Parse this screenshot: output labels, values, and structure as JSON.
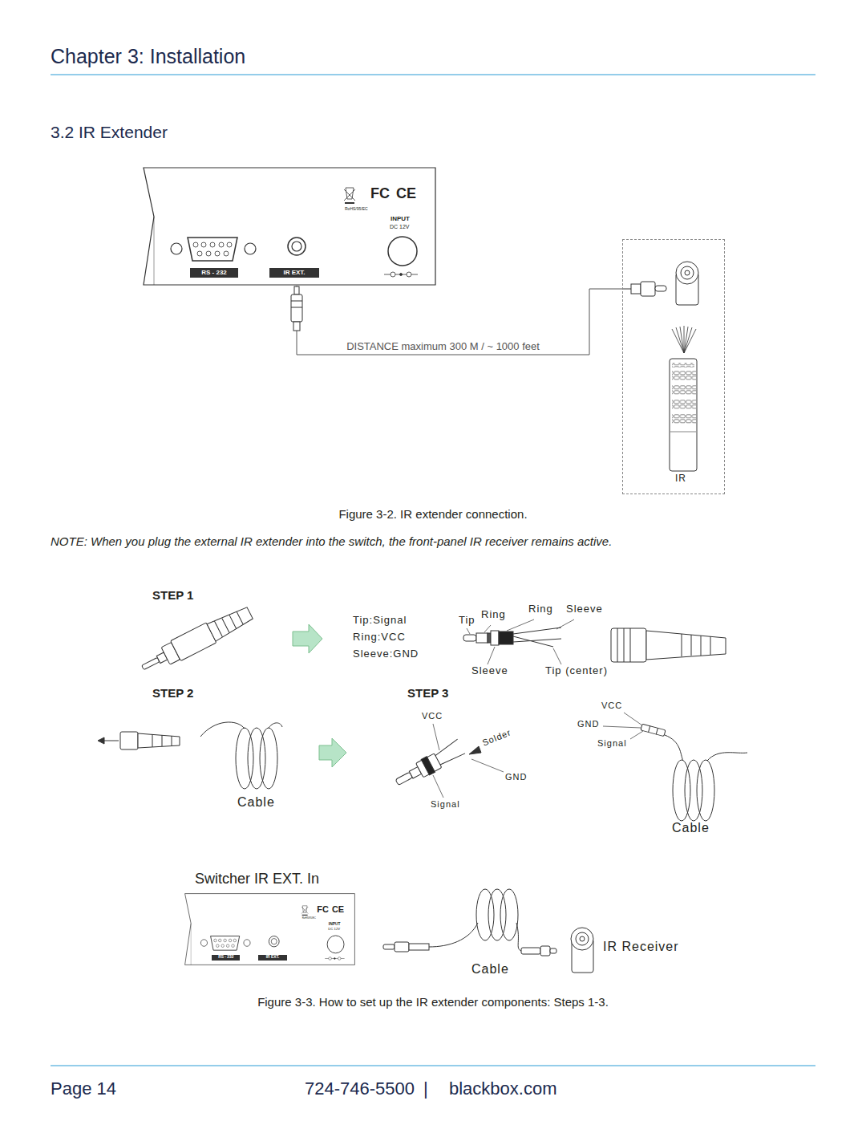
{
  "diagram": {
    "title": "3.2 IR Extender",
    "caption": "Figure 3-2. IR extender connection.",
    "nodes": [
      {
        "text": [
          "RoHS/95/EC",
          "FC",
          "CE",
          "INPUT",
          "DC 12V"
        ]
      },
      {
        "text": [
          "RS - 232"
        ],
        "in": 0
      },
      {
        "text": [
          "IR EXT."
        ],
        "in": 0
      },
      {
        "text": [
          "IR"
        ]
      },
      {
        "text": [
          "RoHS/95/EC",
          "FC",
          "CE",
          "INPUT",
          "DC 12V"
        ]
      },
      {
        "text": [
          "RS - 232"
        ],
        "in": 4
      },
      {
        "text": [
          "IR EXT."
        ],
        "in": 4
      }
    ],
    "edges": [
      {
        "from": 0,
        "to": 3,
        "arrow": "none",
        "label": "DISTANCE maximum 300 M / ~ 1000 feet"
      }
    ],
    "labels": [
      "Chapter 3: Installation",
      "NOTE: When you plug the external IR extender into the switch, the front-panel IR receiver remains active.",
      "STEP 1",
      "Tip:Signal",
      "Ring:VCC",
      "Sleeve:GND",
      "Tip",
      "Ring",
      "Ring",
      "Sleeve",
      "Sleeve",
      "Tip (center)",
      "STEP 2",
      "Cable",
      "STEP 3",
      "VCC",
      "Solder",
      "GND",
      "Signal",
      "VCC",
      "GND",
      "Signal",
      "Cable",
      "Switcher IR EXT. In",
      "IR Receiver",
      "Cable",
      "Figure 3-3. How to set up the IR extender components: Steps 1-3.",
      "Page 14",
      "724-746-5500",
      "|",
      "blackbox.com"
    ]
  }
}
